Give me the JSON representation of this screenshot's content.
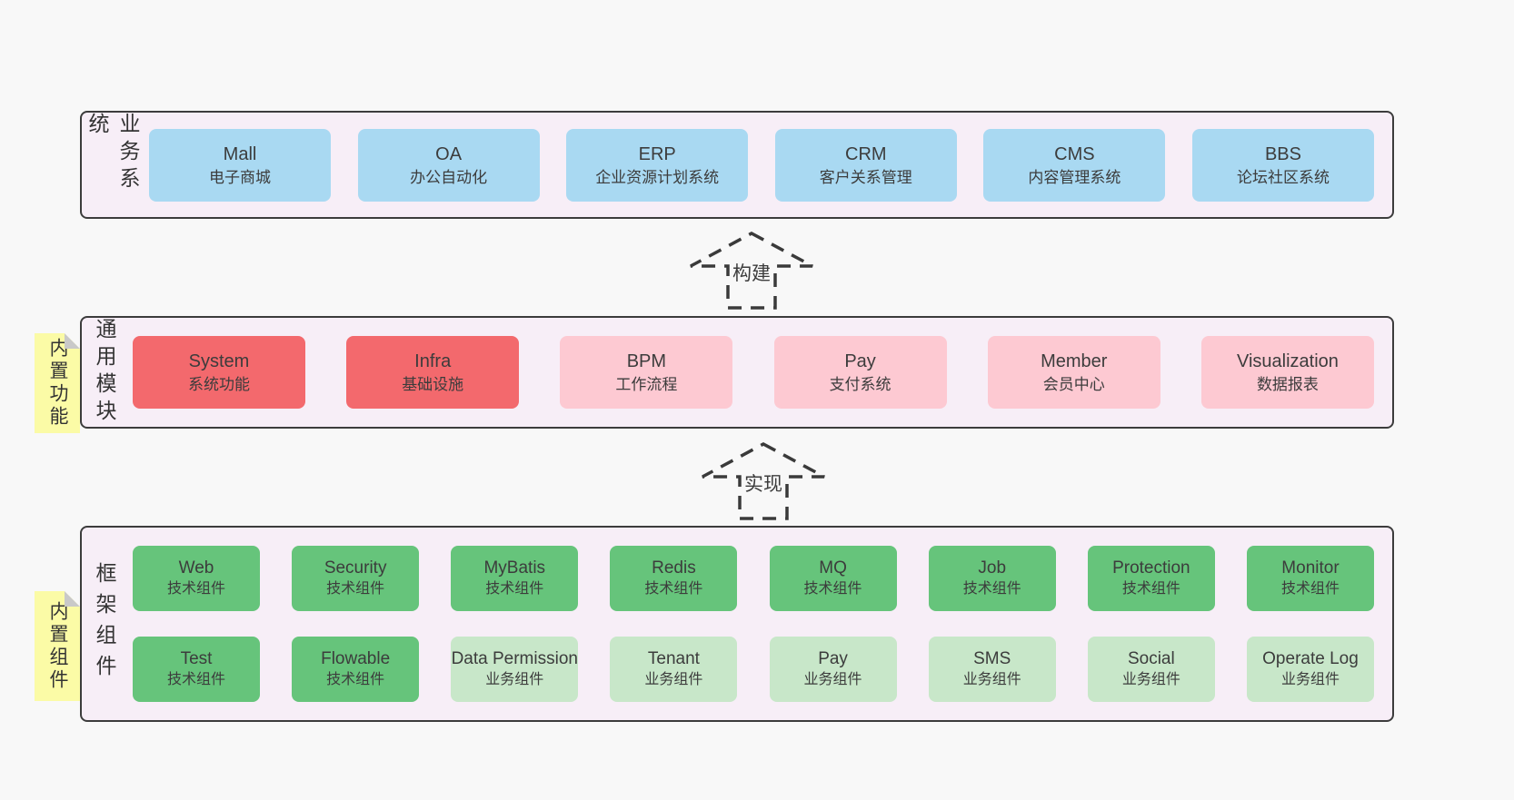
{
  "colors": {
    "page_bg": "#f8f8f8",
    "band_bg": "#f7eef7",
    "border": "#3c3c3c",
    "blue": "#a9d9f2",
    "red": "#f3696d",
    "pink": "#fdc9d2",
    "green": "#66c47b",
    "light_green": "#c8e7c9",
    "sticky_yellow": "#fbfba6"
  },
  "arrows": [
    {
      "label": "构建"
    },
    {
      "label": "实现"
    }
  ],
  "bands": [
    {
      "label": "业务系统",
      "boxes": [
        {
          "title": "Mall",
          "subtitle": "电子商城"
        },
        {
          "title": "OA",
          "subtitle": "办公自动化"
        },
        {
          "title": "ERP",
          "subtitle": "企业资源计划系统"
        },
        {
          "title": "CRM",
          "subtitle": "客户关系管理"
        },
        {
          "title": "CMS",
          "subtitle": "内容管理系统"
        },
        {
          "title": "BBS",
          "subtitle": "论坛社区系统"
        }
      ]
    },
    {
      "label": "通用模块",
      "sticky": "内置功能",
      "boxes": [
        {
          "title": "System",
          "subtitle": "系统功能"
        },
        {
          "title": "Infra",
          "subtitle": "基础设施"
        },
        {
          "title": "BPM",
          "subtitle": "工作流程"
        },
        {
          "title": "Pay",
          "subtitle": "支付系统"
        },
        {
          "title": "Member",
          "subtitle": "会员中心"
        },
        {
          "title": "Visualization",
          "subtitle": "数据报表"
        }
      ]
    },
    {
      "label": "框架组件",
      "sticky": "内置组件",
      "rows": [
        [
          {
            "title": "Web",
            "subtitle": "技术组件"
          },
          {
            "title": "Security",
            "subtitle": "技术组件"
          },
          {
            "title": "MyBatis",
            "subtitle": "技术组件"
          },
          {
            "title": "Redis",
            "subtitle": "技术组件"
          },
          {
            "title": "MQ",
            "subtitle": "技术组件"
          },
          {
            "title": "Job",
            "subtitle": "技术组件"
          },
          {
            "title": "Protection",
            "subtitle": "技术组件"
          },
          {
            "title": "Monitor",
            "subtitle": "技术组件"
          }
        ],
        [
          {
            "title": "Test",
            "subtitle": "技术组件"
          },
          {
            "title": "Flowable",
            "subtitle": "技术组件"
          },
          {
            "title": "Data Permission",
            "subtitle": "业务组件"
          },
          {
            "title": "Tenant",
            "subtitle": "业务组件"
          },
          {
            "title": "Pay",
            "subtitle": "业务组件"
          },
          {
            "title": "SMS",
            "subtitle": "业务组件"
          },
          {
            "title": "Social",
            "subtitle": "业务组件"
          },
          {
            "title": "Operate Log",
            "subtitle": "业务组件"
          }
        ]
      ]
    }
  ]
}
